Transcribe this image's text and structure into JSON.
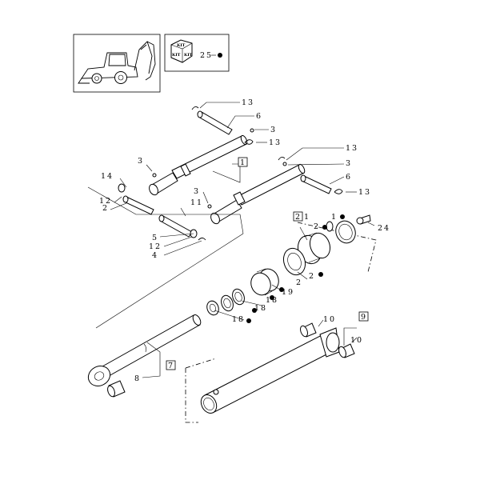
{
  "kit_box": {
    "kit_label": "KIT",
    "kit_number": "25",
    "kit_symbol": "●"
  },
  "callouts": {
    "c13a": "13",
    "c6a": "6",
    "c3a": "3",
    "c13b": "13",
    "c13c": "13",
    "c3b": "3",
    "c6b": "6",
    "c13d": "13",
    "c3c": "3",
    "c14": "14",
    "c12a": "12",
    "c2a": "2",
    "c3d": "3",
    "c11": "11",
    "c5": "5",
    "c12b": "12",
    "c4": "4",
    "c1": "1",
    "c2b": "2",
    "c1b": "1",
    "c2c": "2",
    "c24": "24",
    "c2d": "2",
    "c19": "19",
    "c18a": "18",
    "c18b": "18",
    "c18c": "18",
    "c7": "7",
    "c8": "8",
    "c9": "9",
    "c10a": "10",
    "c10b": "10"
  },
  "boxed_refs": {
    "ref1": "1",
    "ref2": "2",
    "ref7": "7",
    "ref9": "9"
  }
}
